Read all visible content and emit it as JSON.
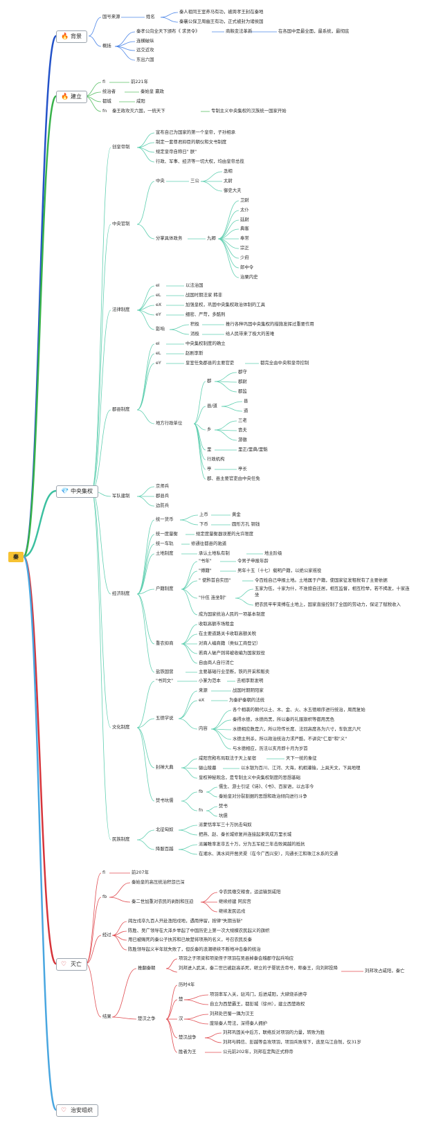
{
  "root": "秦",
  "sections": [
    {
      "label": "背景",
      "icon": "flame-icon",
      "color": "#2352c9"
    },
    {
      "label": "建立",
      "icon": "flame-icon",
      "color": "#38b24a"
    },
    {
      "label": "中央集权",
      "icon": "gem-icon",
      "color": "#3cc0a0"
    },
    {
      "label": "灭亡",
      "icon": "heart-icon",
      "color": "#d6343a"
    },
    {
      "label": "治安组织",
      "icon": "heart-icon",
      "color": "#48a6e0"
    }
  ],
  "bg": {
    "guohao": "国号来源",
    "xingming": "姓名",
    "xm1": "秦人祖同王室养马有功，被周孝王封在秦地",
    "xm2": "秦襄公保卫周幽王有功，正式被封为诸侯国",
    "gaikuang": "概括",
    "g1": "秦孝公向全天下颁布《 求贤令》",
    "g1b": "商鞅变法革新",
    "g1c": "在各国中是最全面，最系统，最彻底",
    "g2": "连横破纵",
    "g3": "远交近攻",
    "g4": "东出六国"
  },
  "est": {
    "a": "fl",
    "a1": "前221年",
    "b": "统治者",
    "b1": "秦始皇 嬴政",
    "c": "都城",
    "c1": "咸阳",
    "d": "fn",
    "d1": "秦王政攻灭六国，一统天下",
    "d2": "专制主义中央集权的汉族统一国家开始"
  },
  "cen": {
    "hd": "创皇帝制",
    "hd1": "宣布自己为国家的第一个皇帝，子孙相承",
    "hd2": "制定一套尊君抑臣的朝仪和文书制度",
    "hd3": "规定皇帝自称曰\" 朕\"",
    "hd4": "行政、军事、经济等一切大权，均由皇帝总揽",
    "zy": "中央官制",
    "zy1": "中央",
    "sg": "三公",
    "sg1": "丞相",
    "sg2": "太尉",
    "sg3": "御史大夫",
    "fz": "分掌具体政务",
    "jq": "九卿",
    "jq1": "卫尉",
    "jq2": "太仆",
    "jq3": "廷尉",
    "jq4": "典客",
    "jq5": "奉常",
    "jq6": "宗正",
    "jq7": "少府",
    "jq8": "郎中令",
    "jq9": "治粟内史",
    "fl": "法律制度",
    "fla": "el",
    "fla1": "以法治国",
    "flb": "eL",
    "flb1": "战国时期法家 韩非",
    "flc": "eX",
    "flc1": "加强皇权，巩固中央集权政治体制的工具",
    "fld": "eY",
    "fld1": "细密、严苛，多酷刑",
    "fle": "影响",
    "fle1": "积极",
    "fle1t": "推行各种巩固中央集权的措施发挥过重要作用",
    "fle2": "消极",
    "fle2t": "给人民带来了极大的苦难",
    "jx": "郡县制度",
    "jxa": "el",
    "jxa1": "中央集权制度的确立",
    "jxb": "eL",
    "jxb1": "赵剧李斯",
    "jxc": "eY",
    "jxc1": "皇室任免郡县的主要官吏",
    "jxc2": "都完全由中央和皇帝控制",
    "df": "地方行政单位",
    "jun": "郡",
    "jun1": "郡守",
    "jun2": "郡尉",
    "jun3": "郡监",
    "xd": "县/道",
    "xd1": "县",
    "xd2": "道",
    "xiang": "乡",
    "xiang1": "三老",
    "xiang2": "啬夫",
    "xiang3": "游徼",
    "li": "里",
    "li1": "里正/里典/里魁",
    "xz": "行政机构",
    "ting": "亭",
    "ting1": "亭长",
    "jxn": "郡、县主要官吏由中央任免",
    "js": "军队建制",
    "js1": "京师兵",
    "js2": "郡县兵",
    "js3": "边防兵",
    "jj": "经济制度",
    "hb": "统一货币",
    "hb1": "上币",
    "hb1b": "黄金",
    "hb2": "下币",
    "hb2b": "圆形方孔 铜钱",
    "dl": "统一度量衡",
    "dl1": "规定度量衡器误差的允许限度",
    "cg": "统一车轨",
    "cg1": "修通往都县的驰道",
    "td": "土地制度",
    "td1": "承认土地私有制",
    "td2": "地主阶级",
    "hj": "户籍制度",
    "hj1": "\"书年\"",
    "hj1b": "令男子申报年龄",
    "hj2": "\"傅籍\"",
    "hj2b": "男年十五（十七）载明户籍，以绝公家徭役",
    "hj3": "\" 使黔首自实田\"",
    "hj3b": "令百姓自己申报土地。土地属于户籍，使国家征发租税有了主要依据",
    "hj4": "\"什伍 连坐制\"",
    "hj4a": "五家为伍，十家为什，不准擅自迁居，相互监督，相互检举，若不揭发，十家连坐",
    "hj4b": "把农民牢牢束缚在土地上，国家直接控制了全国的劳动力，保证了赋税收入",
    "hjn": "成为国家统治人民的一项基本制度",
    "zn": "重农抑商",
    "zn1": "收取高额市场租金",
    "zn2": "在主要道路关卡收取高额关税",
    "zn3": "对商人编商籍（类似工商登记）",
    "zn4": "若商人破产则将被收编为国家奴役",
    "zn5": "自由商人自行消亡",
    "yt": "盐铁国营",
    "yt1": "主要基础行业垄断，铁的开采和贩卖",
    "wh": "文化制度",
    "sw": "\"书同文\"",
    "sw1": "小篆为范本",
    "sw2": "去相李斯发明",
    "wd": "五德学说",
    "wda": "来源",
    "wda1": "战国时期阴阳家",
    "wdb": "eX",
    "wdb1": "为秦护秦朝的法统",
    "wdc": "内容",
    "wdc1": "各个相袭的朝代以土、木、金、火、水五德顺序进行统治，周而复始",
    "wdc2": "秦得水德，水德尚黑，所以秦的礼服旗帜等都用黑色",
    "wdc3": "水德相应数是六，所以符传长度、法冠高度各为六寸，车轨宽六尺",
    "wdc4": "水德主刑杀，所以政治统治力求严酷，不讲究\"仁恩\"和\"义\"",
    "wdc5": "与水德相应，历法以亥月即十月为岁首",
    "fc": "封禅大典",
    "fc1": "咸阳宫殿布局取法于天上星宿",
    "fc1b": "天下一统的象征",
    "fc2": "骊山陵墓",
    "fc2b": "以水银为百川、江河、大海，机相灌输，上具天文，下具地理",
    "fc3": "皇权神秘观念，是专制主义中央集权制度的思想基础",
    "fs": "焚书坑儒",
    "fsa": "fb",
    "fsa1": "儒生、游士引证《诗》、《书》、百家语，以古非今",
    "fsa2": "秦始皇对分裂割据的思想和政治倾向进行斗争",
    "fsb": "fn",
    "fsb1": "焚书",
    "fsb2": "坑儒",
    "mz": "民族制度",
    "mz1": "北征匈奴",
    "mz1a": "派蒙恬率军三十万抗击匈奴",
    "mz1b": "把燕、赵、秦长城修复并连接起来筑成万里长城",
    "mz2": "降服百越",
    "mz2a": "派屠睢率发卒五十万，分为五军经三年击败闽越的抵抗",
    "mz2b": "在湘水、漓水间开凿灵渠（在今广西兴安），沟通长江和珠江水系的交通"
  },
  "fall": {
    "a": "fl",
    "a1": "前207年",
    "b": "fb",
    "b1": "秦始皇的高压统治积怨已深",
    "b2": "秦二世加重对农民的剥削和压迫",
    "b2a": "令农民缴交粮食，运运输到咸阳",
    "b2b": "继续修建 阿房宫",
    "b2c": "继续发民远戍",
    "c": "经过",
    "c1": "闾左戍卒九百人开赴渔阳戍地，遇雨停留，按律\"失期当斩\"",
    "c2": "陈胜、吴广领导在大泽乡举起了中国历史上第一次大规模农民起义的旗帜",
    "c3": "用已被赐死的秦公子扶苏和已故楚将项燕的名义，号召农民反秦",
    "c4": "陈胜领导起义半年就失败了，但反秦的浪潮继续不断地冲击秦的统治",
    "d": "结果",
    "tm": "推翻秦朝",
    "tm1": "项羽之子项梁和项梁侄子项羽在吴县掉秦会稽郡守起兵响应",
    "tm2": "刘邦进入武关，秦二世已被赵高杀死，继立的子婴犹去帝号，称秦王，向刘邦投降",
    "tm2b": "刘邦攻占咸阳，秦亡",
    "ch": "楚汉之争",
    "ch1": "历时4年",
    "chu": "楚",
    "chu1": "项羽率军入关，驻鸿门，后进咸阳，大肆烧杀掳夺",
    "chu2": "自立为西楚霸王，都彭城（徐州），建立西楚政权",
    "han": "汉",
    "han1": "刘邦处巴蜀一隅为汉王",
    "han2": "废除秦人苛法，深得秦人拥护",
    "cz": "楚汉战争",
    "cz1": "刘邦巩固关中后方，联络反对项羽的力量，转败为胜",
    "cz2": "刘邦与韩信、彭越等会攻项羽，项羽兵败垓下，逃至乌江自刎，仅31岁",
    "sl": "胜者为王",
    "sl1": "公元前202年，刘邦在定陶正式称帝"
  }
}
